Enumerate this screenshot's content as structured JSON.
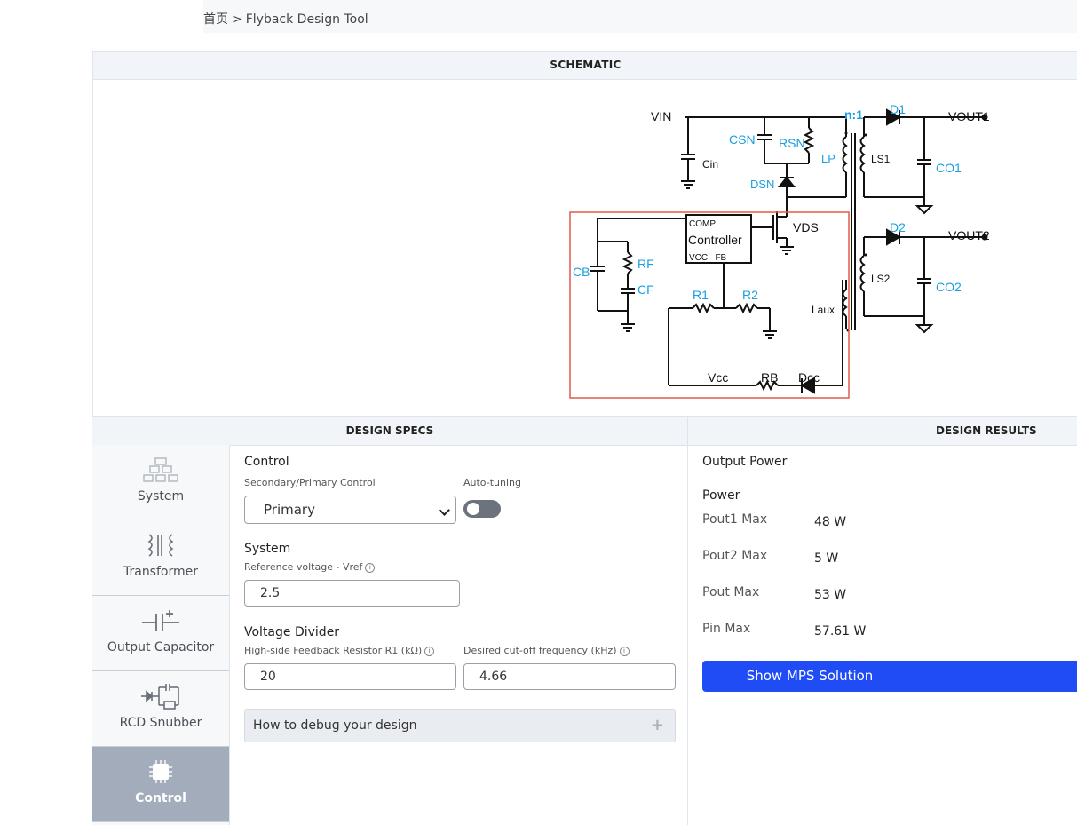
{
  "breadcrumb": {
    "home": "首页",
    "separator": ">",
    "current": "Flyback Design Tool"
  },
  "schematic": {
    "header": "SCHEMATIC",
    "labels": {
      "vin": "VIN",
      "cin": "Cin",
      "csn": "CSN",
      "rsn": "RSN",
      "dsn": "DSN",
      "lp": "LP",
      "turns": "n:1",
      "d1": "D1",
      "vout1": "VOUT1",
      "ls1": "LS1",
      "co1": "CO1",
      "d2": "D2",
      "vout2": "VOUT2",
      "ls2": "LS2",
      "co2": "CO2",
      "laux": "Laux",
      "vds": "VDS",
      "comp": "COMP",
      "controller": "Controller",
      "vcc_fb": "VCC   FB",
      "cb": "CB",
      "rf": "RF",
      "cf": "CF",
      "r1": "R1",
      "r2": "R2",
      "vcc": "Vcc",
      "rb": "RB",
      "dcc": "Dcc"
    }
  },
  "specs": {
    "header": "DESIGN SPECS",
    "sidebar": [
      {
        "label": "System",
        "icon": "system-icon",
        "active": false
      },
      {
        "label": "Transformer",
        "icon": "transformer-icon",
        "active": false
      },
      {
        "label": "Output Capacitor",
        "icon": "capacitor-icon",
        "active": false
      },
      {
        "label": "RCD Snubber",
        "icon": "snubber-icon",
        "active": false
      },
      {
        "label": "Control",
        "icon": "chip-icon",
        "active": true
      }
    ],
    "control": {
      "title": "Control",
      "mode_label": "Secondary/Primary Control",
      "mode_value": "Primary",
      "autotune_label": "Auto-tuning",
      "autotune_on": false
    },
    "system": {
      "title": "System",
      "vref_label": "Reference voltage - Vref",
      "vref_value": "2.5"
    },
    "divider": {
      "title": "Voltage Divider",
      "r1_label": "High-side Feedback Resistor R1 (kΩ)",
      "r1_value": "20",
      "fc_label": "Desired cut-off frequency (kHz)",
      "fc_value": "4.66"
    },
    "debug_accordion": "How to debug your design",
    "info_glyph": "i",
    "plus_glyph": "+"
  },
  "results": {
    "header": "DESIGN RESULTS",
    "title": "Output Power",
    "subtitle": "Power",
    "rows": [
      {
        "key": "Pout1 Max",
        "value": "48 W"
      },
      {
        "key": "Pout2 Max",
        "value": "5 W"
      },
      {
        "key": "Pout Max",
        "value": "53 W"
      },
      {
        "key": "Pin Max",
        "value": "57.61 W"
      }
    ],
    "button": "Show MPS Solution"
  },
  "colors": {
    "accent_blue": "#1f4cf5",
    "schematic_label": "#1a9fe0",
    "highlight_box": "#e05a4a",
    "active_tab": "#a3acbb"
  }
}
